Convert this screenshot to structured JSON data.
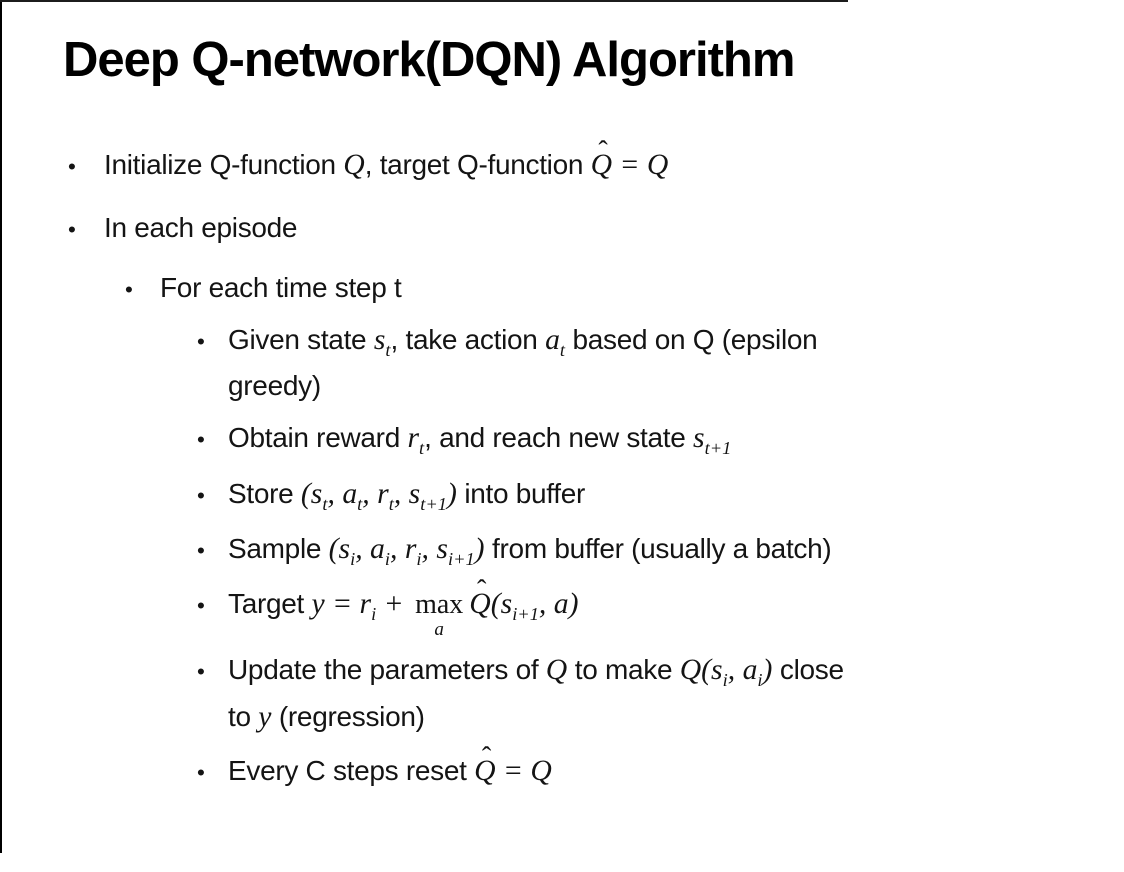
{
  "title": "Deep Q-network(DQN) Algorithm",
  "glyphs": {
    "bullet": "•",
    "hat": "ˆ"
  },
  "colors": {
    "text": "#141414",
    "title": "#000000",
    "background": "#ffffff",
    "border": "#000000"
  },
  "bullets": [
    {
      "level": 1,
      "segments": [
        {
          "t": "text",
          "v": "Initialize Q-function "
        },
        {
          "t": "math",
          "v": "Q"
        },
        {
          "t": "text",
          "v": ", target Q-function "
        },
        {
          "t": "mathhat",
          "v": "Q"
        },
        {
          "t": "math",
          "v": " = Q"
        }
      ]
    },
    {
      "level": 1,
      "segments": [
        {
          "t": "text",
          "v": "In each episode"
        }
      ]
    },
    {
      "level": 2,
      "segments": [
        {
          "t": "text",
          "v": "For each time step t"
        }
      ]
    },
    {
      "level": 3,
      "segments": [
        {
          "t": "text",
          "v": "Given state "
        },
        {
          "t": "mathsub",
          "v": "s",
          "sub": "t"
        },
        {
          "t": "text",
          "v": ", take action "
        },
        {
          "t": "mathsub",
          "v": "a",
          "sub": "t"
        },
        {
          "t": "text",
          "v": " based on Q (epsilon\ngreedy)"
        }
      ]
    },
    {
      "level": 3,
      "segments": [
        {
          "t": "text",
          "v": "Obtain reward "
        },
        {
          "t": "mathsub",
          "v": "r",
          "sub": "t"
        },
        {
          "t": "text",
          "v": ", and reach new state "
        },
        {
          "t": "mathsub",
          "v": "s",
          "sub": "t+1"
        }
      ]
    },
    {
      "level": 3,
      "segments": [
        {
          "t": "text",
          "v": "Store "
        },
        {
          "t": "math",
          "v": "("
        },
        {
          "t": "mathsub",
          "v": "s",
          "sub": "t"
        },
        {
          "t": "math",
          "v": ", "
        },
        {
          "t": "mathsub",
          "v": "a",
          "sub": "t"
        },
        {
          "t": "math",
          "v": ", "
        },
        {
          "t": "mathsub",
          "v": "r",
          "sub": "t"
        },
        {
          "t": "math",
          "v": ", "
        },
        {
          "t": "mathsub",
          "v": "s",
          "sub": "t+1"
        },
        {
          "t": "math",
          "v": ")"
        },
        {
          "t": "text",
          "v": " into buffer"
        }
      ]
    },
    {
      "level": 3,
      "segments": [
        {
          "t": "text",
          "v": "Sample "
        },
        {
          "t": "math",
          "v": "("
        },
        {
          "t": "mathsub",
          "v": "s",
          "sub": "i"
        },
        {
          "t": "math",
          "v": ", "
        },
        {
          "t": "mathsub",
          "v": "a",
          "sub": "i"
        },
        {
          "t": "math",
          "v": ", "
        },
        {
          "t": "mathsub",
          "v": "r",
          "sub": "i"
        },
        {
          "t": "math",
          "v": ", "
        },
        {
          "t": "mathsub",
          "v": "s",
          "sub": "i+1"
        },
        {
          "t": "math",
          "v": ")"
        },
        {
          "t": "text",
          "v": " from buffer (usually a batch)"
        }
      ]
    },
    {
      "level": 3,
      "segments": [
        {
          "t": "text",
          "v": "Target "
        },
        {
          "t": "math",
          "v": "y"
        },
        {
          "t": "math",
          "v": " = "
        },
        {
          "t": "mathsub",
          "v": "r",
          "sub": "i"
        },
        {
          "t": "math",
          "v": " + "
        },
        {
          "t": "limop",
          "op": "max",
          "under": "a"
        },
        {
          "t": "mathhat",
          "v": "Q"
        },
        {
          "t": "math",
          "v": "("
        },
        {
          "t": "mathsub",
          "v": "s",
          "sub": "i+1"
        },
        {
          "t": "math",
          "v": ", "
        },
        {
          "t": "math",
          "v": "a"
        },
        {
          "t": "math",
          "v": ")"
        }
      ]
    },
    {
      "level": 3,
      "segments": [
        {
          "t": "text",
          "v": "Update the parameters of "
        },
        {
          "t": "math",
          "v": "Q"
        },
        {
          "t": "text",
          "v": " to make "
        },
        {
          "t": "math",
          "v": "Q"
        },
        {
          "t": "math",
          "v": "("
        },
        {
          "t": "mathsub",
          "v": "s",
          "sub": "i"
        },
        {
          "t": "math",
          "v": ", "
        },
        {
          "t": "mathsub",
          "v": "a",
          "sub": "i"
        },
        {
          "t": "math",
          "v": ")"
        },
        {
          "t": "text",
          "v": " close\nto "
        },
        {
          "t": "math",
          "v": "y"
        },
        {
          "t": "text",
          "v": " (regression)"
        }
      ]
    },
    {
      "level": 3,
      "segments": [
        {
          "t": "text",
          "v": "Every C steps reset "
        },
        {
          "t": "mathhat",
          "v": "Q"
        },
        {
          "t": "math",
          "v": " = Q"
        }
      ]
    }
  ]
}
